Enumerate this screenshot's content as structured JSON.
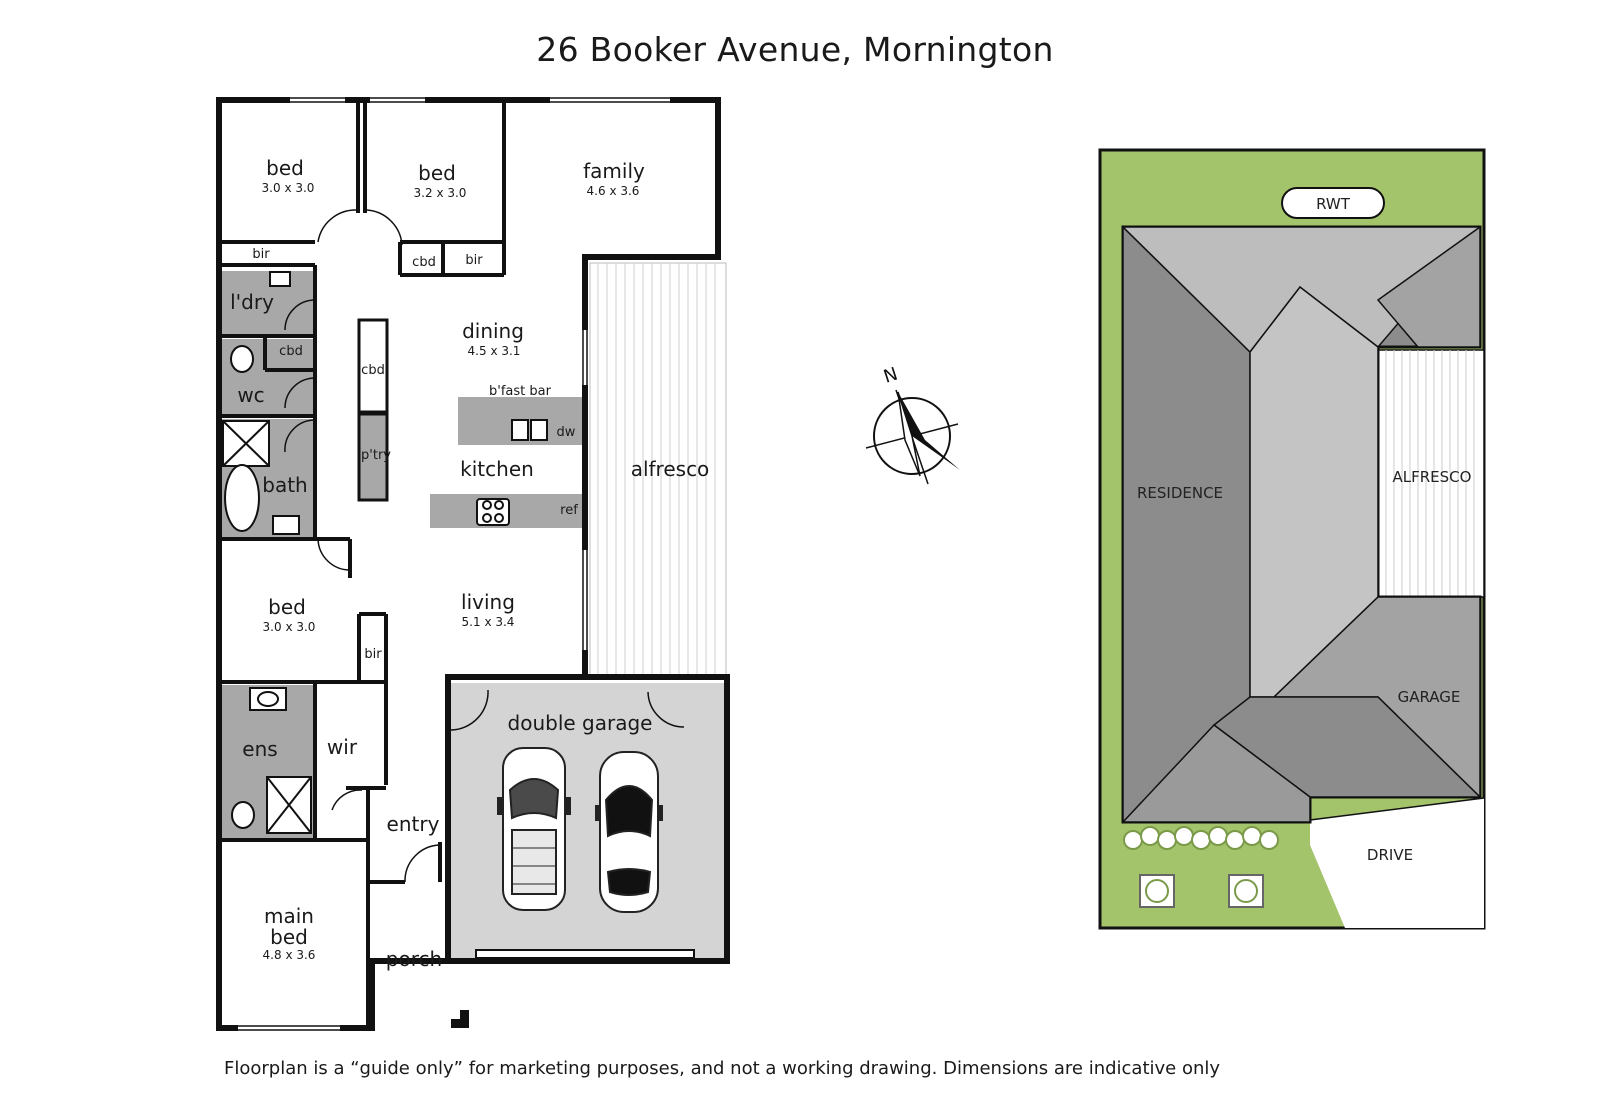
{
  "title": "26 Booker Avenue, Mornington",
  "disclaimer": "Floorplan is a  “guide only” for marketing purposes, and not a working drawing.  Dimensions are indicative only",
  "rooms": {
    "bed_tl": {
      "name": "bed",
      "dim": "3.0 x 3.0"
    },
    "bed_tm": {
      "name": "bed",
      "dim": "3.2 x 3.0"
    },
    "family": {
      "name": "family",
      "dim": "4.6 x 3.6"
    },
    "bir1": "bir",
    "bir2": "bir",
    "bir3": "bir",
    "cbd1": "cbd",
    "cbd2": "cbd",
    "cbd3": "cbd",
    "laundry": "l'dry",
    "wc": "wc",
    "bath": "bath",
    "dining": {
      "name": "dining",
      "dim": "4.5 x 3.1"
    },
    "bfast_bar": "b'fast bar",
    "dw": "dw",
    "kitchen": "kitchen",
    "pantry": "p'try",
    "ref": "ref",
    "alfresco": "alfresco",
    "bed_ml": {
      "name": "bed",
      "dim": "3.0 x 3.0"
    },
    "living": {
      "name": "living",
      "dim": "5.1 x 3.4"
    },
    "ens": "ens",
    "wir": "wir",
    "garage": "double garage",
    "entry": "entry",
    "main_bed": {
      "name1": "main",
      "name2": "bed",
      "dim": "4.8 x 3.6"
    },
    "porch": "porch"
  },
  "site": {
    "rwt": "RWT",
    "residence": "RESIDENCE",
    "alfresco": "ALFRESCO",
    "garage": "GARAGE",
    "drive": "DRIVE"
  },
  "compass": {
    "north_label": "N"
  },
  "colors": {
    "wall": "#111111",
    "wet_area": "#a8a8a8",
    "garage_floor": "#d4d4d4",
    "lawn": "#a3c46b",
    "roof_dark": "#8c8c8c",
    "roof_mid": "#a3a3a3",
    "roof_light": "#c4c4c4"
  }
}
